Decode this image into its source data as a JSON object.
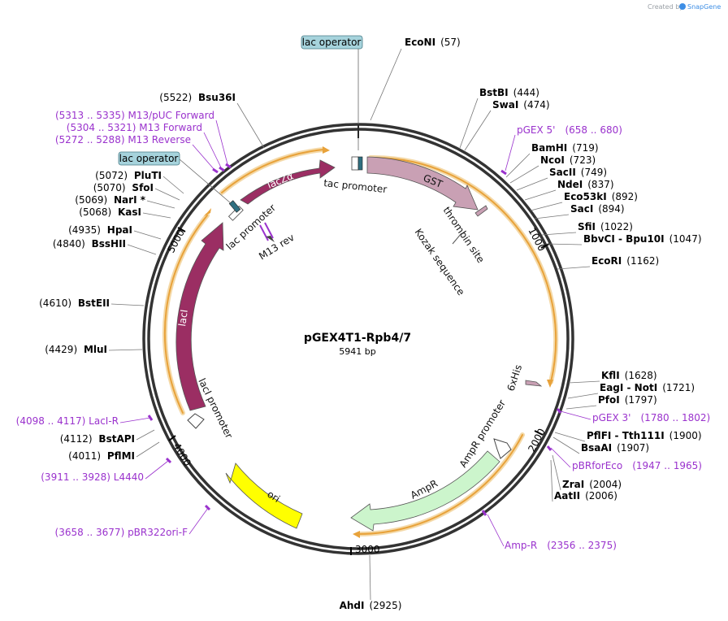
{
  "credit": {
    "created_by": "Created by",
    "brand": "SnapGene"
  },
  "plasmid": {
    "name": "pGEX4T1-Rpb4/7",
    "size_label": "5941 bp",
    "length": 5941
  },
  "ticks": [
    {
      "pos": 1000,
      "label": "1000"
    },
    {
      "pos": 2000,
      "label": "2000"
    },
    {
      "pos": 3000,
      "label": "3000"
    },
    {
      "pos": 4000,
      "label": "4000"
    },
    {
      "pos": 5000,
      "label": "5000"
    }
  ],
  "boxed_labels": [
    {
      "text": "lac operator"
    },
    {
      "text": "lac operator"
    }
  ],
  "enzymes": [
    {
      "name": "EcoNI",
      "pos": "(57)"
    },
    {
      "name": "BstBI",
      "pos": "(444)"
    },
    {
      "name": "SwaI",
      "pos": "(474)"
    },
    {
      "name": "BamHI",
      "pos": "(719)"
    },
    {
      "name": "NcoI",
      "pos": "(723)"
    },
    {
      "name": "SacII",
      "pos": "(749)"
    },
    {
      "name": "NdeI",
      "pos": "(837)"
    },
    {
      "name": "Eco53kI",
      "pos": "(892)"
    },
    {
      "name": "SacI",
      "pos": "(894)"
    },
    {
      "name": "SfiI",
      "pos": "(1022)"
    },
    {
      "name": "BbvCI - Bpu10I",
      "pos": "(1047)"
    },
    {
      "name": "EcoRI",
      "pos": "(1162)"
    },
    {
      "name": "KflI",
      "pos": "(1628)"
    },
    {
      "name": "EagI - NotI",
      "pos": "(1721)"
    },
    {
      "name": "PfoI",
      "pos": "(1797)"
    },
    {
      "name": "PflFI - Tth111I",
      "pos": "(1900)"
    },
    {
      "name": "BsaAI",
      "pos": "(1907)"
    },
    {
      "name": "ZraI",
      "pos": "(2004)"
    },
    {
      "name": "AatII",
      "pos": "(2006)"
    },
    {
      "name": "AhdI",
      "pos": "(2925)"
    },
    {
      "name": "PflMI",
      "pos": "(4011)"
    },
    {
      "name": "BstAPI",
      "pos": "(4112)"
    },
    {
      "name": "MluI",
      "pos": "(4429)"
    },
    {
      "name": "BstEII",
      "pos": "(4610)"
    },
    {
      "name": "BssHII",
      "pos": "(4840)"
    },
    {
      "name": "HpaI",
      "pos": "(4935)"
    },
    {
      "name": "KasI",
      "pos": "(5068)"
    },
    {
      "name": "NarI *",
      "pos": "(5069)"
    },
    {
      "name": "SfoI",
      "pos": "(5070)"
    },
    {
      "name": "PluTI",
      "pos": "(5072)"
    },
    {
      "name": "Bsu36I",
      "pos": "(5522)"
    }
  ],
  "primers": [
    {
      "name": "pGEX 5'",
      "range": "(658 .. 680)"
    },
    {
      "name": "pGEX 3'",
      "range": "(1780 .. 1802)"
    },
    {
      "name": "pBRforEco",
      "range": "(1947 .. 1965)"
    },
    {
      "name": "Amp-R",
      "range": "(2356 .. 2375)"
    },
    {
      "name": "pBR322ori-F",
      "range": "(3658 .. 3677)"
    },
    {
      "name": "L4440",
      "range": "(3911 .. 3928)"
    },
    {
      "name": "LacI-R",
      "range": "(4098 .. 4117)"
    },
    {
      "name": "M13 Reverse",
      "range": "(5272 .. 5288)"
    },
    {
      "name": "M13 Forward",
      "range": "(5304 .. 5321)"
    },
    {
      "name": "M13/pUC Forward",
      "range": "(5313 .. 5335)"
    }
  ],
  "features": [
    {
      "name": "GST"
    },
    {
      "name": "thrombin site"
    },
    {
      "name": "Kozak sequence"
    },
    {
      "name": "6xHis"
    },
    {
      "name": "AmpR promoter"
    },
    {
      "name": "AmpR"
    },
    {
      "name": "ori"
    },
    {
      "name": "lacI promoter"
    },
    {
      "name": "lacI"
    },
    {
      "name": "lac promoter"
    },
    {
      "name": "lacZα"
    },
    {
      "name": "M13 rev"
    },
    {
      "name": "tac promoter"
    }
  ],
  "colors": {
    "backbone": "#333333",
    "primer": "#9a32cd",
    "gst": "#c9a0b4",
    "laci": "#9b2e63",
    "lacz": "#9b2e63",
    "ori": "#ffff00",
    "ampr": "#ccf5cc",
    "orf_arrow": "#e8a23a",
    "operator_box": "#a6d3dc",
    "snapgene_blue": "#3d8ee5"
  }
}
